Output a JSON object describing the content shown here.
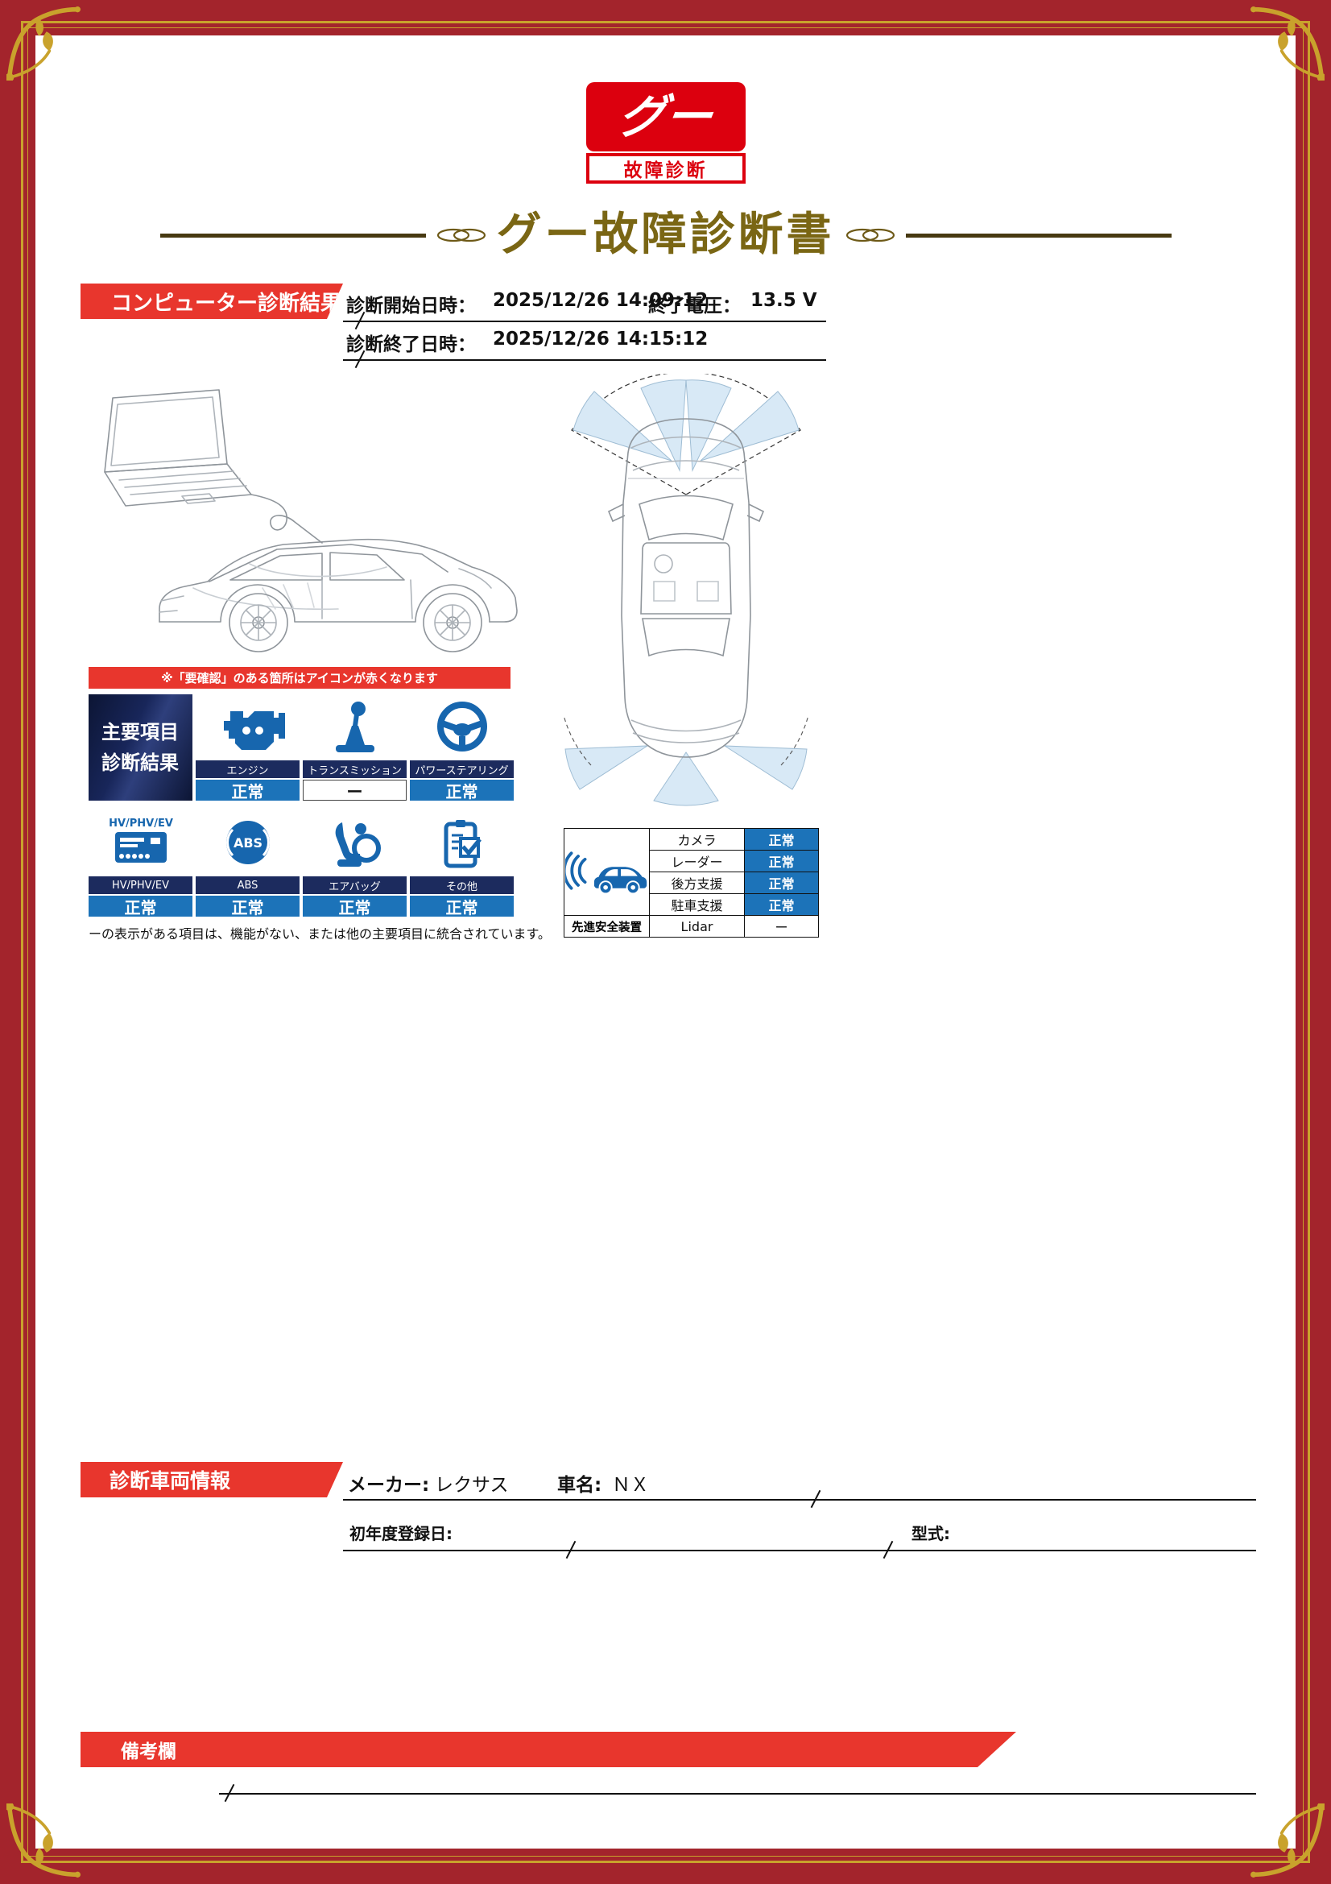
{
  "logo": {
    "mark": "グー",
    "caption": "故障診断"
  },
  "title": "グー故障診断書",
  "diagnosis": {
    "banner": "コンピューター診断結果",
    "start_label": "診断開始日時：",
    "start_value": "2025/12/26 14:09:12",
    "end_label": "診断終了日時：",
    "end_value": "2025/12/26 14:15:12",
    "voltage_label": "終了電圧：",
    "voltage_value": "13.5 V"
  },
  "notice": "※「要確認」のある箇所はアイコンが赤くなります",
  "summary": {
    "line1": "主要項目",
    "line2": "診断結果"
  },
  "diag_items": [
    {
      "name": "エンジン",
      "status": "正常",
      "icon": "engine-icon"
    },
    {
      "name": "トランスミッション",
      "status": "ー",
      "icon": "transmission-icon"
    },
    {
      "name": "パワーステアリング",
      "status": "正常",
      "icon": "steering-wheel-icon"
    },
    {
      "name": "HV/PHV/EV",
      "status": "正常",
      "icon": "hv-battery-icon",
      "icon_text": "HV/PHV/EV"
    },
    {
      "name": "ABS",
      "status": "正常",
      "icon": "abs-icon",
      "icon_text": "ABS"
    },
    {
      "name": "エアバッグ",
      "status": "正常",
      "icon": "airbag-icon"
    },
    {
      "name": "その他",
      "status": "正常",
      "icon": "checklist-icon"
    }
  ],
  "dash_note": "ーの表示がある項目は、機能がない、または他の主要項目に統合されています。",
  "safety": {
    "label": "先進安全装置",
    "icon": "safety-car-icon",
    "rows": [
      {
        "name": "カメラ",
        "status": "正常"
      },
      {
        "name": "レーダー",
        "status": "正常"
      },
      {
        "name": "後方支援",
        "status": "正常"
      },
      {
        "name": "駐車支援",
        "status": "正常"
      },
      {
        "name": "Lidar",
        "status": "ー"
      }
    ]
  },
  "vehicle": {
    "banner": "診断車両情報",
    "maker_label": "メーカー:",
    "maker_value": "レクサス",
    "car_label": "車名:",
    "car_value": "ＮＸ",
    "first_reg_label": "初年度登録日:",
    "model_label": "型式:"
  },
  "remarks": {
    "banner": "備考欄"
  },
  "colors": {
    "frame_red": "#A3242C",
    "logo_red": "#DC000E",
    "banner_red": "#E8362D",
    "status_blue": "#1C73B9",
    "band_navy": "#1C2B5E",
    "icon_blue": "#1766AE",
    "gold": "#C9A22C",
    "title_gold": "#7A6614"
  }
}
